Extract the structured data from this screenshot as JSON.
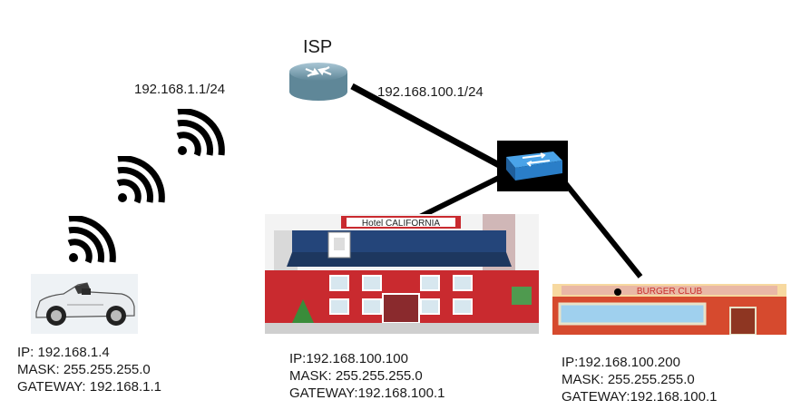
{
  "isp": {
    "label": "ISP",
    "ip": "192.168.100.1/24"
  },
  "wifi": {
    "ip": "192.168.1.1/24"
  },
  "car": {
    "ip": "IP: 192.168.1.4",
    "mask": "MASK: 255.255.255.0",
    "gateway": "GATEWAY: 192.168.1.1"
  },
  "hotel": {
    "sign": "Hotel CALIFORNIA",
    "ip": "IP:192.168.100.100",
    "mask": "MASK: 255.255.255.0",
    "gateway": "GATEWAY:192.168.100.1"
  },
  "restaurant": {
    "sign": "BURGER CLUB",
    "ip": "IP:192.168.100.200",
    "mask": "MASK: 255.255.255.0",
    "gateway": "GATEWAY:192.168.100.1"
  },
  "colors": {
    "router": "#7fa6b8",
    "switch": "#2a7ec8",
    "hotel_wall": "#c92a2f",
    "hotel_roof": "#24457a",
    "restaurant_wall": "#d64a2e",
    "link": "#000000"
  }
}
